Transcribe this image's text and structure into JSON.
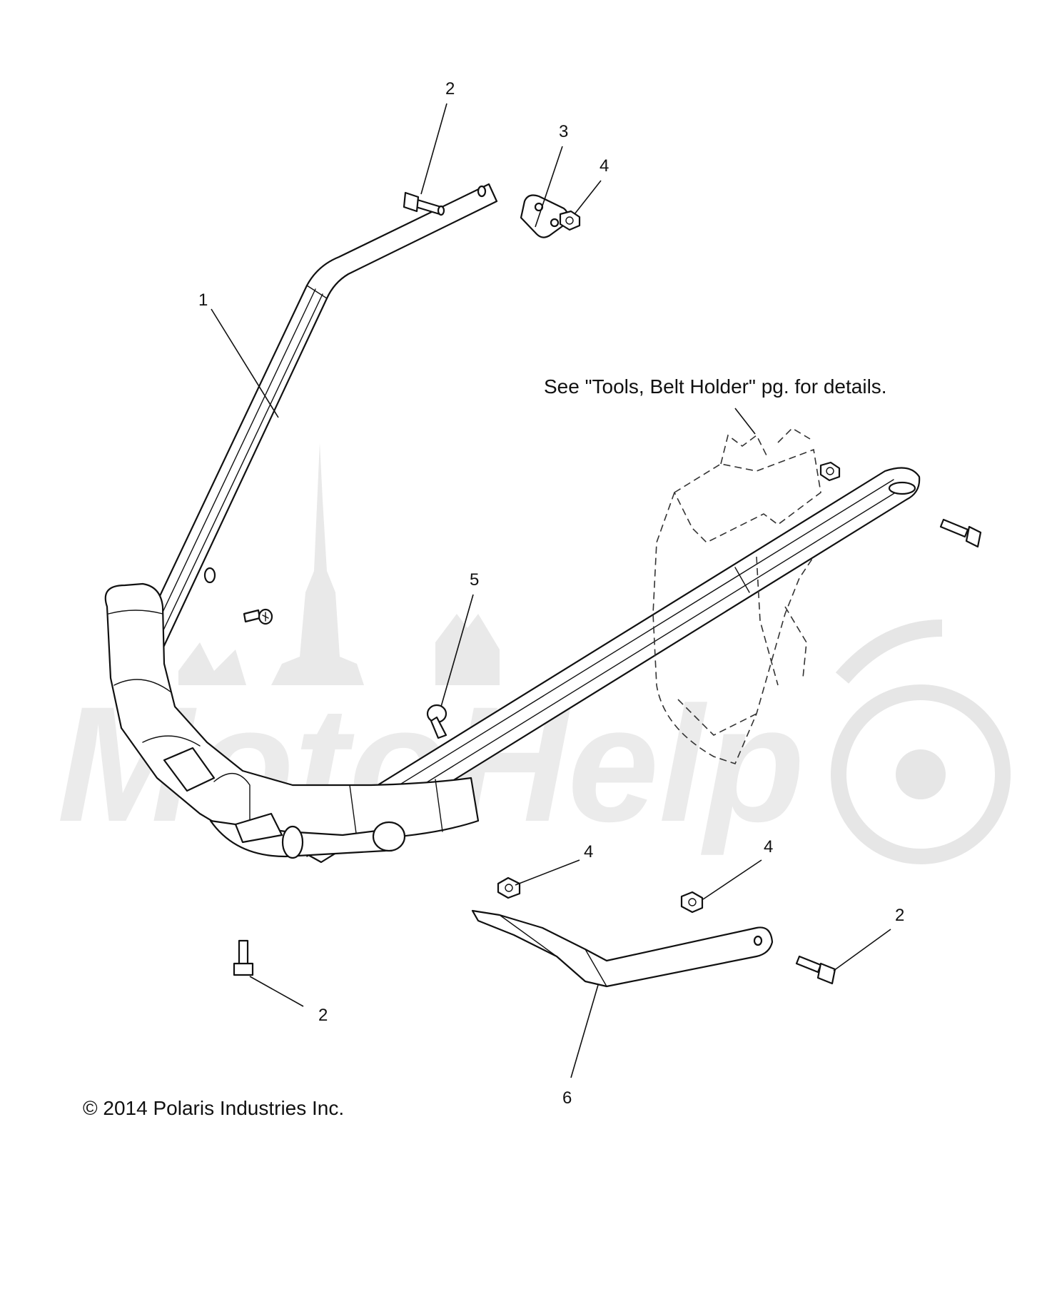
{
  "callouts": {
    "c1": "1",
    "c2_top": "2",
    "c3": "3",
    "c4_top": "4",
    "c5": "5",
    "c4_mid_left": "4",
    "c4_mid_right": "4",
    "c2_right": "2",
    "c2_bottom": "2",
    "c6": "6"
  },
  "note": "See \"Tools, Belt Holder\" pg. for details.",
  "copyright": "© 2014 Polaris Industries Inc.",
  "watermark": "MotoHelp",
  "colors": {
    "line": "#111111",
    "background": "#ffffff",
    "watermark": "#e9e9e9"
  }
}
